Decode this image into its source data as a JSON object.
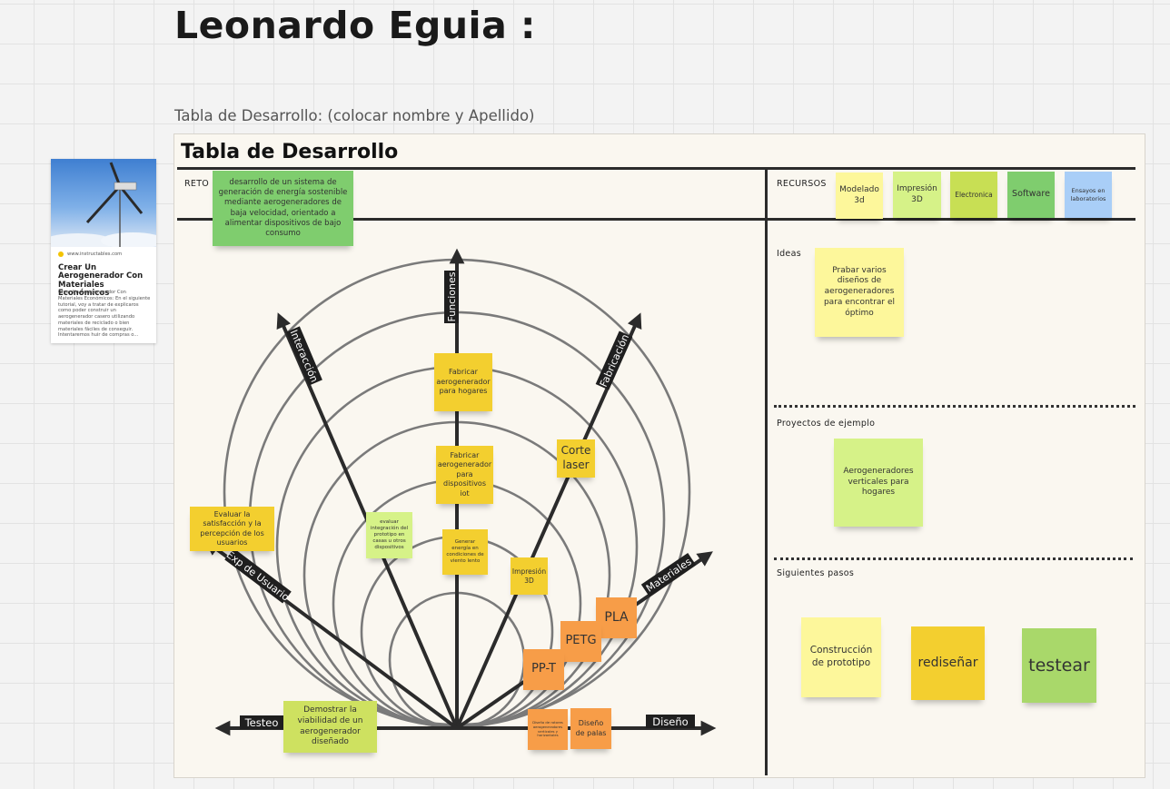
{
  "page": {
    "title": "Leonardo Eguia :",
    "subtitle": "Tabla de Desarrollo: (colocar nombre y Apellido)"
  },
  "board": {
    "title": "Tabla de Desarrollo",
    "reto_label": "RETO",
    "recursos_label": "RECURSOS",
    "ideas_label": "Ideas",
    "proyectos_label": "Proyectos de ejemplo",
    "siguientes_label": "Siguientes pasos"
  },
  "card": {
    "site": "www.instructables.com",
    "title": "Crear Un Aerogenerador Con Materiales Económicos",
    "text": "Crear Un Aerogenerador Con Materiales Económicos: En el siguiente tutorial, voy a tratar de explicaros como poder construir un aerogenerador casero utilizando materiales de reciclado o bien materiales fáciles de conseguir. Intentaremos huir de compras o..."
  },
  "reto_note": "desarrollo de un sistema de generación de energía sostenible mediante aerogeneradores de baja velocidad, orientado a alimentar dispositivos de bajo consumo",
  "recursos": [
    {
      "label": "Modelado 3d",
      "color": "#fdf79b"
    },
    {
      "label": "Impresión 3D",
      "color": "#d6f288"
    },
    {
      "label": "Electronica",
      "color": "#c8df54"
    },
    {
      "label": "Software",
      "color": "#7fcd6e"
    },
    {
      "label": "Ensayos en laboratorios",
      "color": "#a9cef7"
    }
  ],
  "ideas_note": "Prabar varios diseños de aerogeneradores para encontrar el óptimo",
  "proyectos_note": "Aerogeneradores verticales para hogares",
  "siguientes": [
    {
      "label": "Construcción de prototipo",
      "color": "#fdf79b"
    },
    {
      "label": "rediseñar",
      "color": "#f3cf2f"
    },
    {
      "label": "testear",
      "color": "#a9d86a"
    }
  ],
  "axes": {
    "funciones": "Funciones",
    "interaccion": "Interacción",
    "fabricacion": "Fabricación",
    "exp_usuario": "Exp de Usuario",
    "materiales": "Materiales",
    "testeo": "Testeo",
    "diseno": "Diseño"
  },
  "notes": {
    "fab_hogares": "Fabricar aerogenerador para hogares",
    "fab_iot": "Fabricar aerogenerador para dispositivos iot",
    "gen_energia": "Generar energía en condiciones de viento lento",
    "corte_laser": "Corte laser",
    "impresion_3d": "Impresión 3D",
    "evaluar_sat": "Evaluar la satisfacción y la percepción de los usuarios",
    "evaluar_int": "evaluar integración del prototipo en casas u otros dispositivos",
    "pla": "PLA",
    "petg": "PETG",
    "ppt": "PP-T",
    "demostrar": "Demostrar la viabilidad de un aerogenerador diseñado",
    "diseno_rotores": "Diseño de rotores aerogeneradores verticales y horizontales",
    "diseno_palas": "Diseño de palas"
  }
}
